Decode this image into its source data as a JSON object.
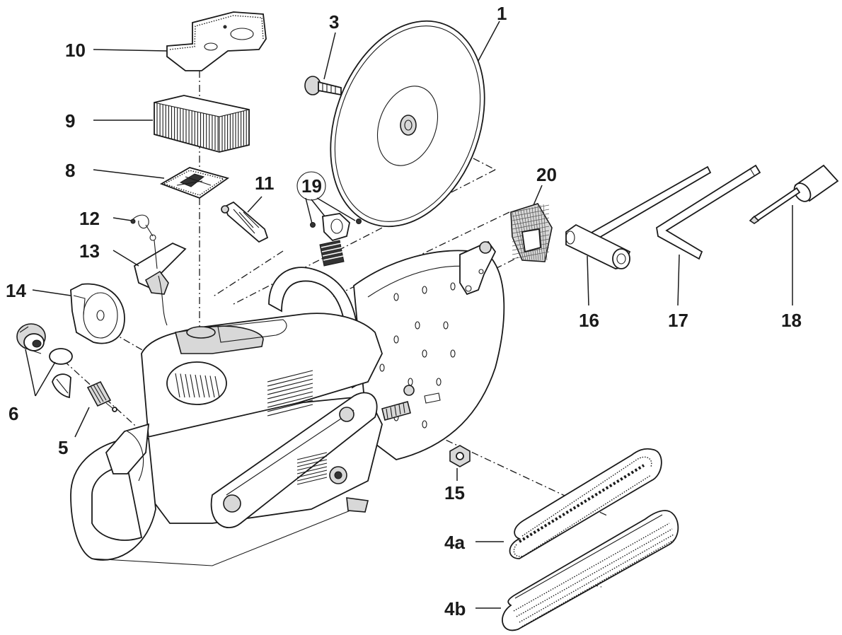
{
  "labels": {
    "l1": "1",
    "l3": "3",
    "l4a": "4a",
    "l4b": "4b",
    "l5": "5",
    "l6": "6",
    "l8": "8",
    "l9": "9",
    "l10": "10",
    "l11": "11",
    "l12": "12",
    "l13": "13",
    "l14": "14",
    "l15": "15",
    "l16": "16",
    "l17": "17",
    "l18": "18",
    "l19": "19",
    "l20": "20"
  }
}
